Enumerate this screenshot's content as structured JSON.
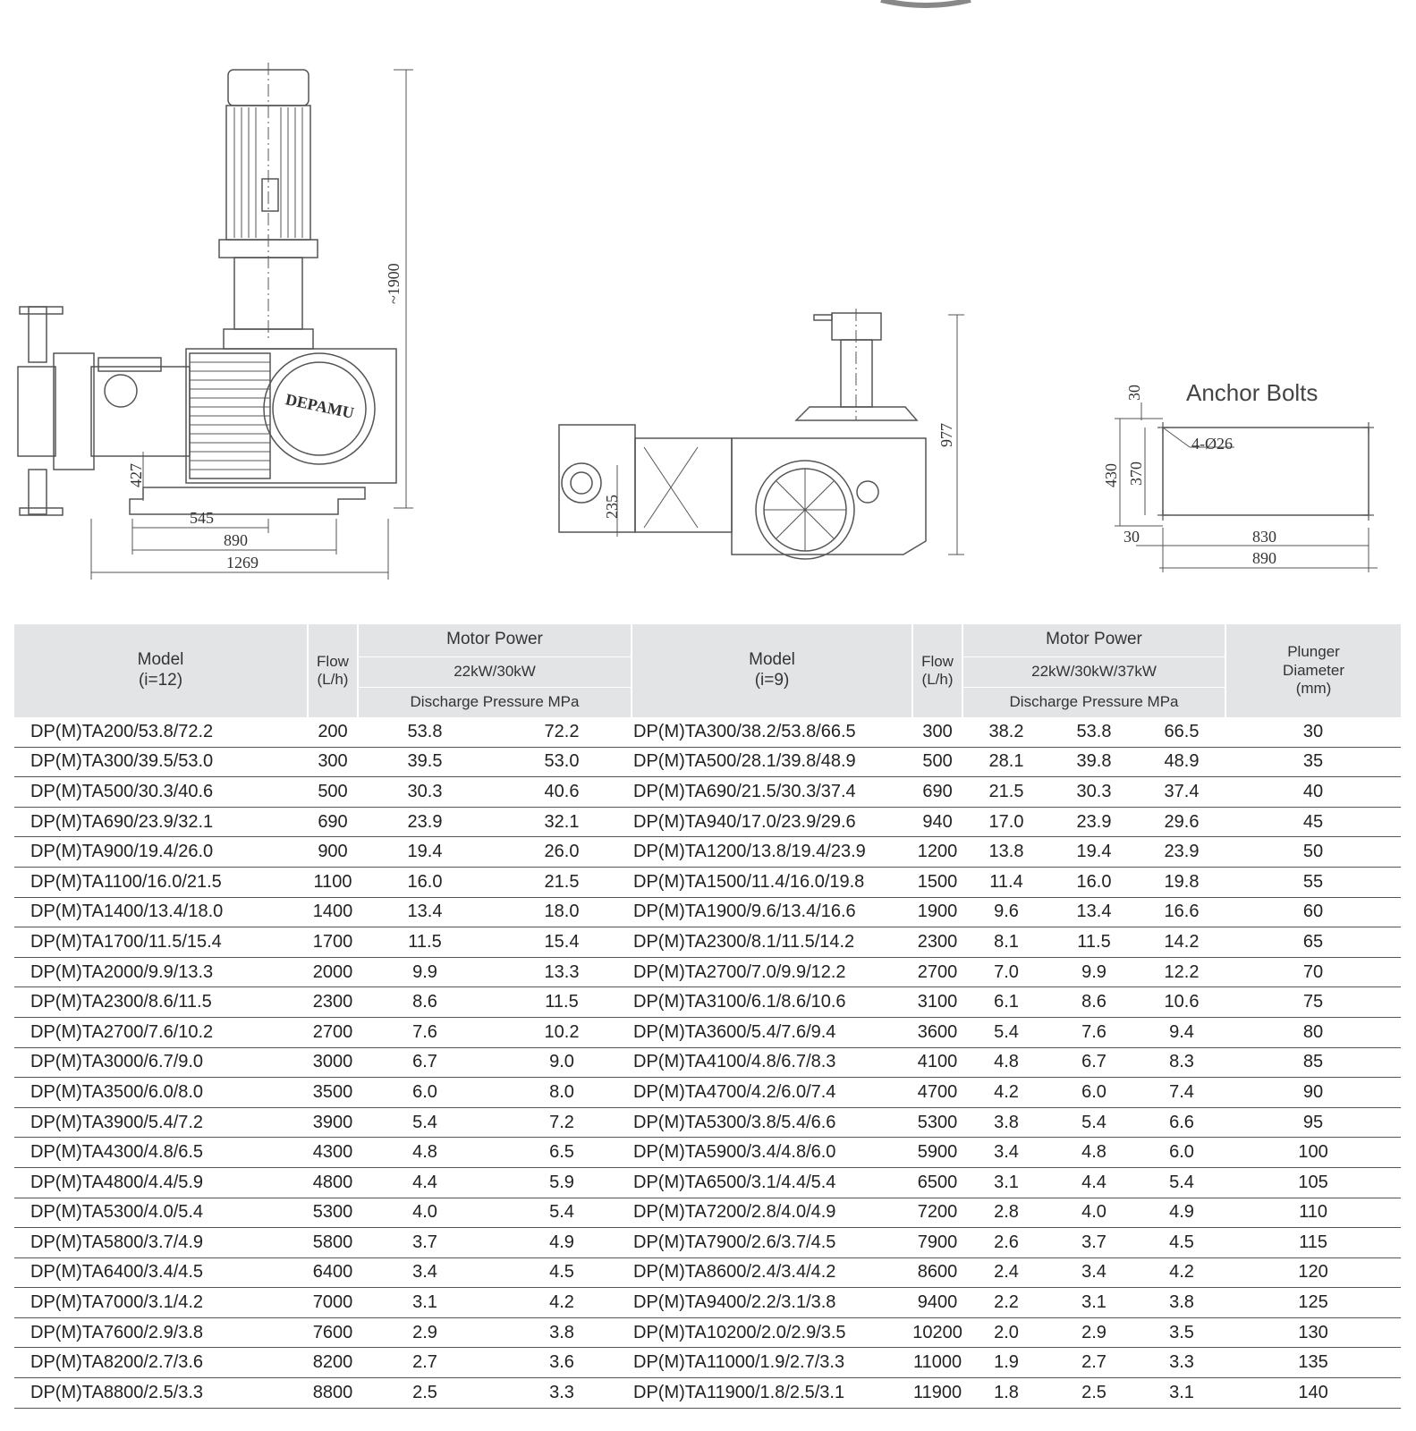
{
  "drawings": {
    "front_view": {
      "dimensions": [
        "~1900",
        "427",
        "545",
        "890",
        "1269"
      ],
      "logo_text": "DEPAMU"
    },
    "side_view": {
      "dimensions": [
        "977",
        "235"
      ]
    },
    "anchor_bolts": {
      "title": "Anchor Bolts",
      "dimensions": [
        "30",
        "4-Ø26",
        "430",
        "370",
        "30",
        "830",
        "890"
      ]
    }
  },
  "table": {
    "header_left": {
      "model": "Model",
      "ratio": "(i=12)",
      "flow": "Flow",
      "flow_unit": "(L/h)",
      "motor_power": "Motor Power",
      "power_values": "22kW/30kW",
      "pressure": "Discharge Pressure MPa"
    },
    "header_right": {
      "model": "Model",
      "ratio": "(i=9)",
      "flow": "Flow",
      "flow_unit": "(L/h)",
      "motor_power": "Motor Power",
      "power_values": "22kW/30kW/37kW",
      "pressure": "Discharge Pressure MPa"
    },
    "header_plunger": {
      "line1": "Plunger",
      "line2": "Diameter",
      "line3": "(mm)"
    },
    "rows": [
      [
        "DP(M)TA200/53.8/72.2",
        "200",
        "53.8",
        "72.2",
        "DP(M)TA300/38.2/53.8/66.5",
        "300",
        "38.2",
        "53.8",
        "66.5",
        "30"
      ],
      [
        "DP(M)TA300/39.5/53.0",
        "300",
        "39.5",
        "53.0",
        "DP(M)TA500/28.1/39.8/48.9",
        "500",
        "28.1",
        "39.8",
        "48.9",
        "35"
      ],
      [
        "DP(M)TA500/30.3/40.6",
        "500",
        "30.3",
        "40.6",
        "DP(M)TA690/21.5/30.3/37.4",
        "690",
        "21.5",
        "30.3",
        "37.4",
        "40"
      ],
      [
        "DP(M)TA690/23.9/32.1",
        "690",
        "23.9",
        "32.1",
        "DP(M)TA940/17.0/23.9/29.6",
        "940",
        "17.0",
        "23.9",
        "29.6",
        "45"
      ],
      [
        "DP(M)TA900/19.4/26.0",
        "900",
        "19.4",
        "26.0",
        "DP(M)TA1200/13.8/19.4/23.9",
        "1200",
        "13.8",
        "19.4",
        "23.9",
        "50"
      ],
      [
        "DP(M)TA1100/16.0/21.5",
        "1100",
        "16.0",
        "21.5",
        "DP(M)TA1500/11.4/16.0/19.8",
        "1500",
        "11.4",
        "16.0",
        "19.8",
        "55"
      ],
      [
        "DP(M)TA1400/13.4/18.0",
        "1400",
        "13.4",
        "18.0",
        "DP(M)TA1900/9.6/13.4/16.6",
        "1900",
        "9.6",
        "13.4",
        "16.6",
        "60"
      ],
      [
        "DP(M)TA1700/11.5/15.4",
        "1700",
        "11.5",
        "15.4",
        "DP(M)TA2300/8.1/11.5/14.2",
        "2300",
        "8.1",
        "11.5",
        "14.2",
        "65"
      ],
      [
        "DP(M)TA2000/9.9/13.3",
        "2000",
        "9.9",
        "13.3",
        "DP(M)TA2700/7.0/9.9/12.2",
        "2700",
        "7.0",
        "9.9",
        "12.2",
        "70"
      ],
      [
        "DP(M)TA2300/8.6/11.5",
        "2300",
        "8.6",
        "11.5",
        "DP(M)TA3100/6.1/8.6/10.6",
        "3100",
        "6.1",
        "8.6",
        "10.6",
        "75"
      ],
      [
        "DP(M)TA2700/7.6/10.2",
        "2700",
        "7.6",
        "10.2",
        "DP(M)TA3600/5.4/7.6/9.4",
        "3600",
        "5.4",
        "7.6",
        "9.4",
        "80"
      ],
      [
        "DP(M)TA3000/6.7/9.0",
        "3000",
        "6.7",
        "9.0",
        "DP(M)TA4100/4.8/6.7/8.3",
        "4100",
        "4.8",
        "6.7",
        "8.3",
        "85"
      ],
      [
        "DP(M)TA3500/6.0/8.0",
        "3500",
        "6.0",
        "8.0",
        "DP(M)TA4700/4.2/6.0/7.4",
        "4700",
        "4.2",
        "6.0",
        "7.4",
        "90"
      ],
      [
        "DP(M)TA3900/5.4/7.2",
        "3900",
        "5.4",
        "7.2",
        "DP(M)TA5300/3.8/5.4/6.6",
        "5300",
        "3.8",
        "5.4",
        "6.6",
        "95"
      ],
      [
        "DP(M)TA4300/4.8/6.5",
        "4300",
        "4.8",
        "6.5",
        "DP(M)TA5900/3.4/4.8/6.0",
        "5900",
        "3.4",
        "4.8",
        "6.0",
        "100"
      ],
      [
        "DP(M)TA4800/4.4/5.9",
        "4800",
        "4.4",
        "5.9",
        "DP(M)TA6500/3.1/4.4/5.4",
        "6500",
        "3.1",
        "4.4",
        "5.4",
        "105"
      ],
      [
        "DP(M)TA5300/4.0/5.4",
        "5300",
        "4.0",
        "5.4",
        "DP(M)TA7200/2.8/4.0/4.9",
        "7200",
        "2.8",
        "4.0",
        "4.9",
        "110"
      ],
      [
        "DP(M)TA5800/3.7/4.9",
        "5800",
        "3.7",
        "4.9",
        "DP(M)TA7900/2.6/3.7/4.5",
        "7900",
        "2.6",
        "3.7",
        "4.5",
        "115"
      ],
      [
        "DP(M)TA6400/3.4/4.5",
        "6400",
        "3.4",
        "4.5",
        "DP(M)TA8600/2.4/3.4/4.2",
        "8600",
        "2.4",
        "3.4",
        "4.2",
        "120"
      ],
      [
        "DP(M)TA7000/3.1/4.2",
        "7000",
        "3.1",
        "4.2",
        "DP(M)TA9400/2.2/3.1/3.8",
        "9400",
        "2.2",
        "3.1",
        "3.8",
        "125"
      ],
      [
        "DP(M)TA7600/2.9/3.8",
        "7600",
        "2.9",
        "3.8",
        "DP(M)TA10200/2.0/2.9/3.5",
        "10200",
        "2.0",
        "2.9",
        "3.5",
        "130"
      ],
      [
        "DP(M)TA8200/2.7/3.6",
        "8200",
        "2.7",
        "3.6",
        "DP(M)TA11000/1.9/2.7/3.3",
        "11000",
        "1.9",
        "2.7",
        "3.3",
        "135"
      ],
      [
        "DP(M)TA8800/2.5/3.3",
        "8800",
        "2.5",
        "3.3",
        "DP(M)TA11900/1.8/2.5/3.1",
        "11900",
        "1.8",
        "2.5",
        "3.1",
        "140"
      ]
    ]
  }
}
